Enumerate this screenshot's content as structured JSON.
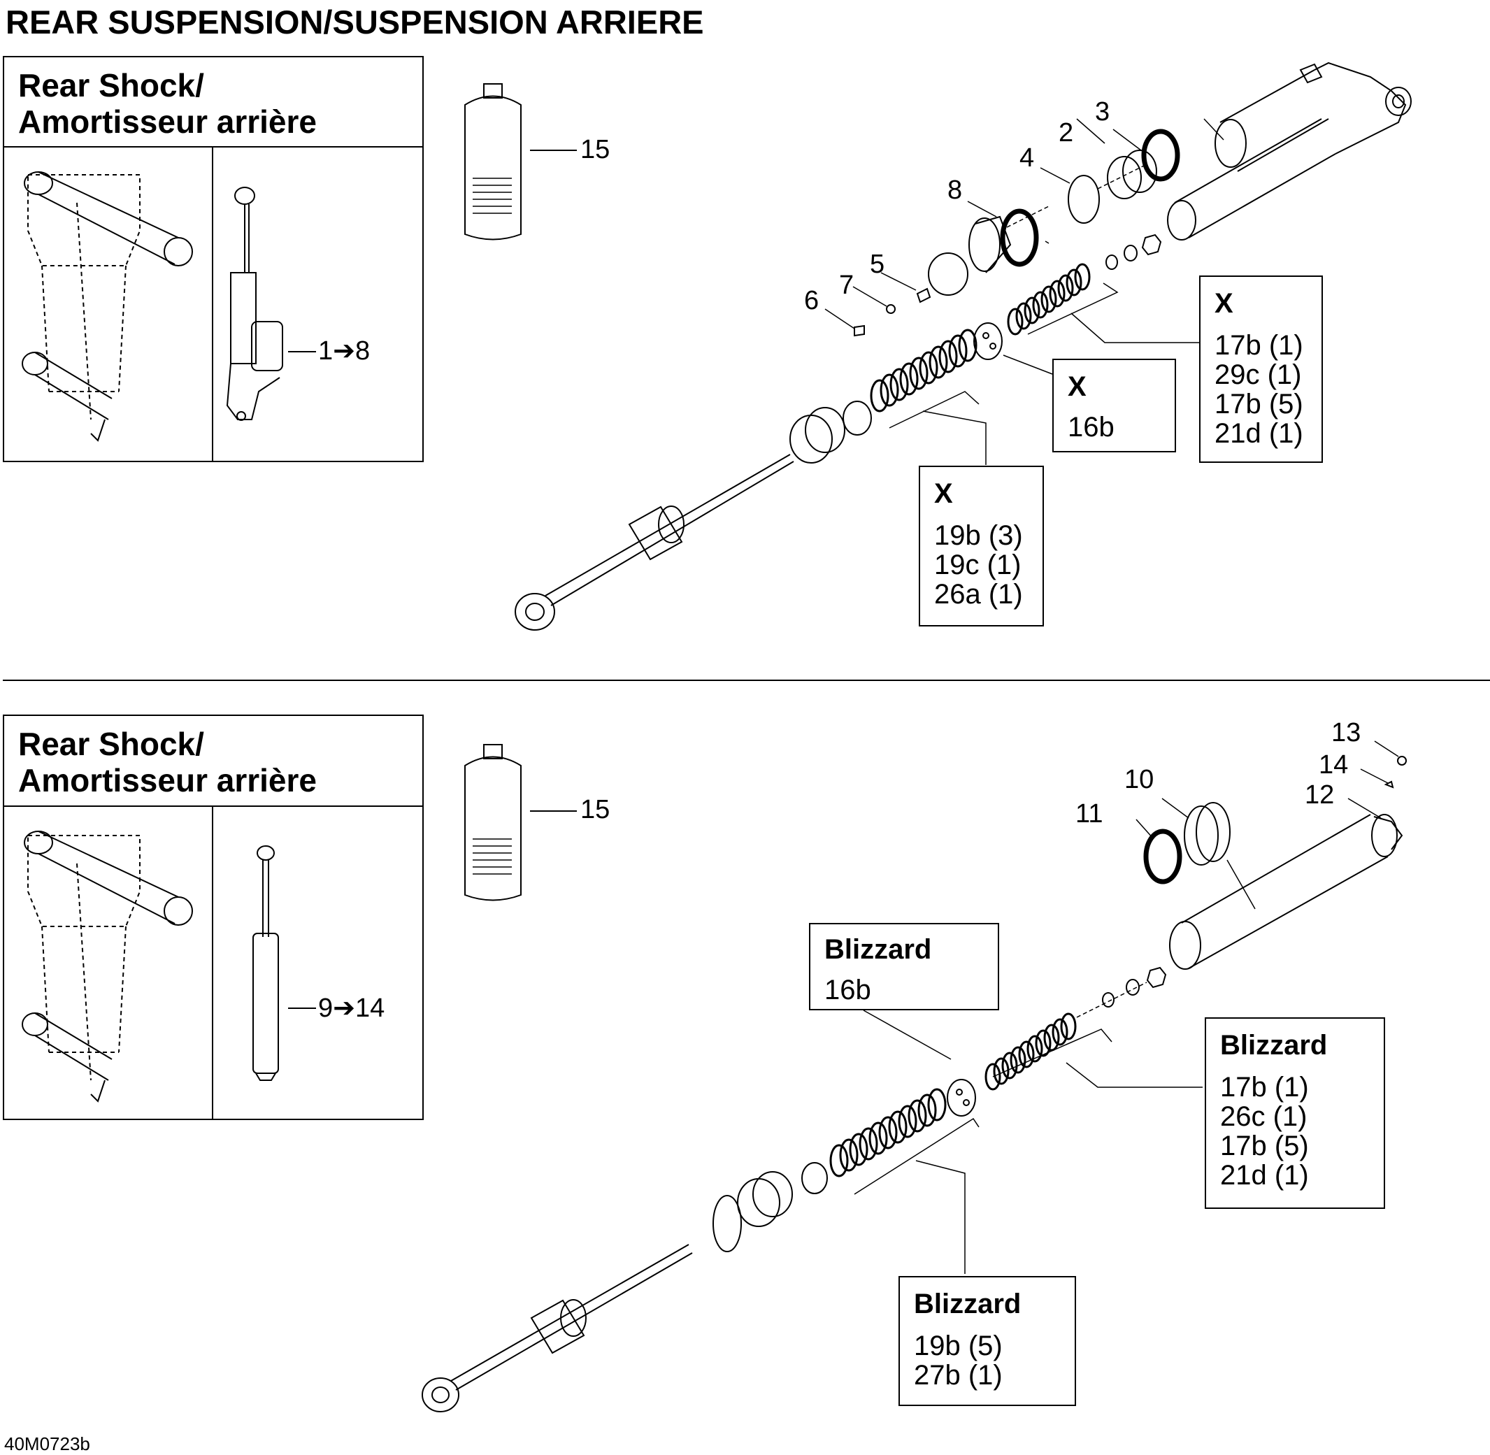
{
  "title": "REAR SUSPENSION/SUSPENSION ARRIERE",
  "footer_code": "40M0723b",
  "top_section": {
    "box_title_line1": "Rear Shock/",
    "box_title_line2": "Amortisseur arrière",
    "range_label": "1➔8",
    "callouts": {
      "c15": "15",
      "c3": "3",
      "c2": "2",
      "c4": "4",
      "c8": "8",
      "c5": "5",
      "c7": "7",
      "c6": "6"
    },
    "kit_right": {
      "header": "X",
      "lines": [
        "17b (1)",
        "29c (1)",
        "17b (5)",
        "21d (1)"
      ]
    },
    "kit_mid": {
      "header": "X",
      "lines": [
        "16b"
      ]
    },
    "kit_bottom": {
      "header": "X",
      "lines": [
        "19b (3)",
        "19c (1)",
        "26a (1)"
      ]
    }
  },
  "bottom_section": {
    "box_title_line1": "Rear Shock/",
    "box_title_line2": "Amortisseur arrière",
    "range_label": "9➔14",
    "callouts": {
      "c15": "15",
      "c13": "13",
      "c14": "14",
      "c12": "12",
      "c10": "10",
      "c11": "11"
    },
    "kit_top": {
      "header": "Blizzard",
      "lines": [
        "16b"
      ]
    },
    "kit_right": {
      "header": "Blizzard",
      "lines": [
        "17b (1)",
        "26c (1)",
        "17b (5)",
        "21d (1)"
      ]
    },
    "kit_bottom": {
      "header": "Blizzard",
      "lines": [
        "19b (5)",
        "27b (1)"
      ]
    }
  }
}
